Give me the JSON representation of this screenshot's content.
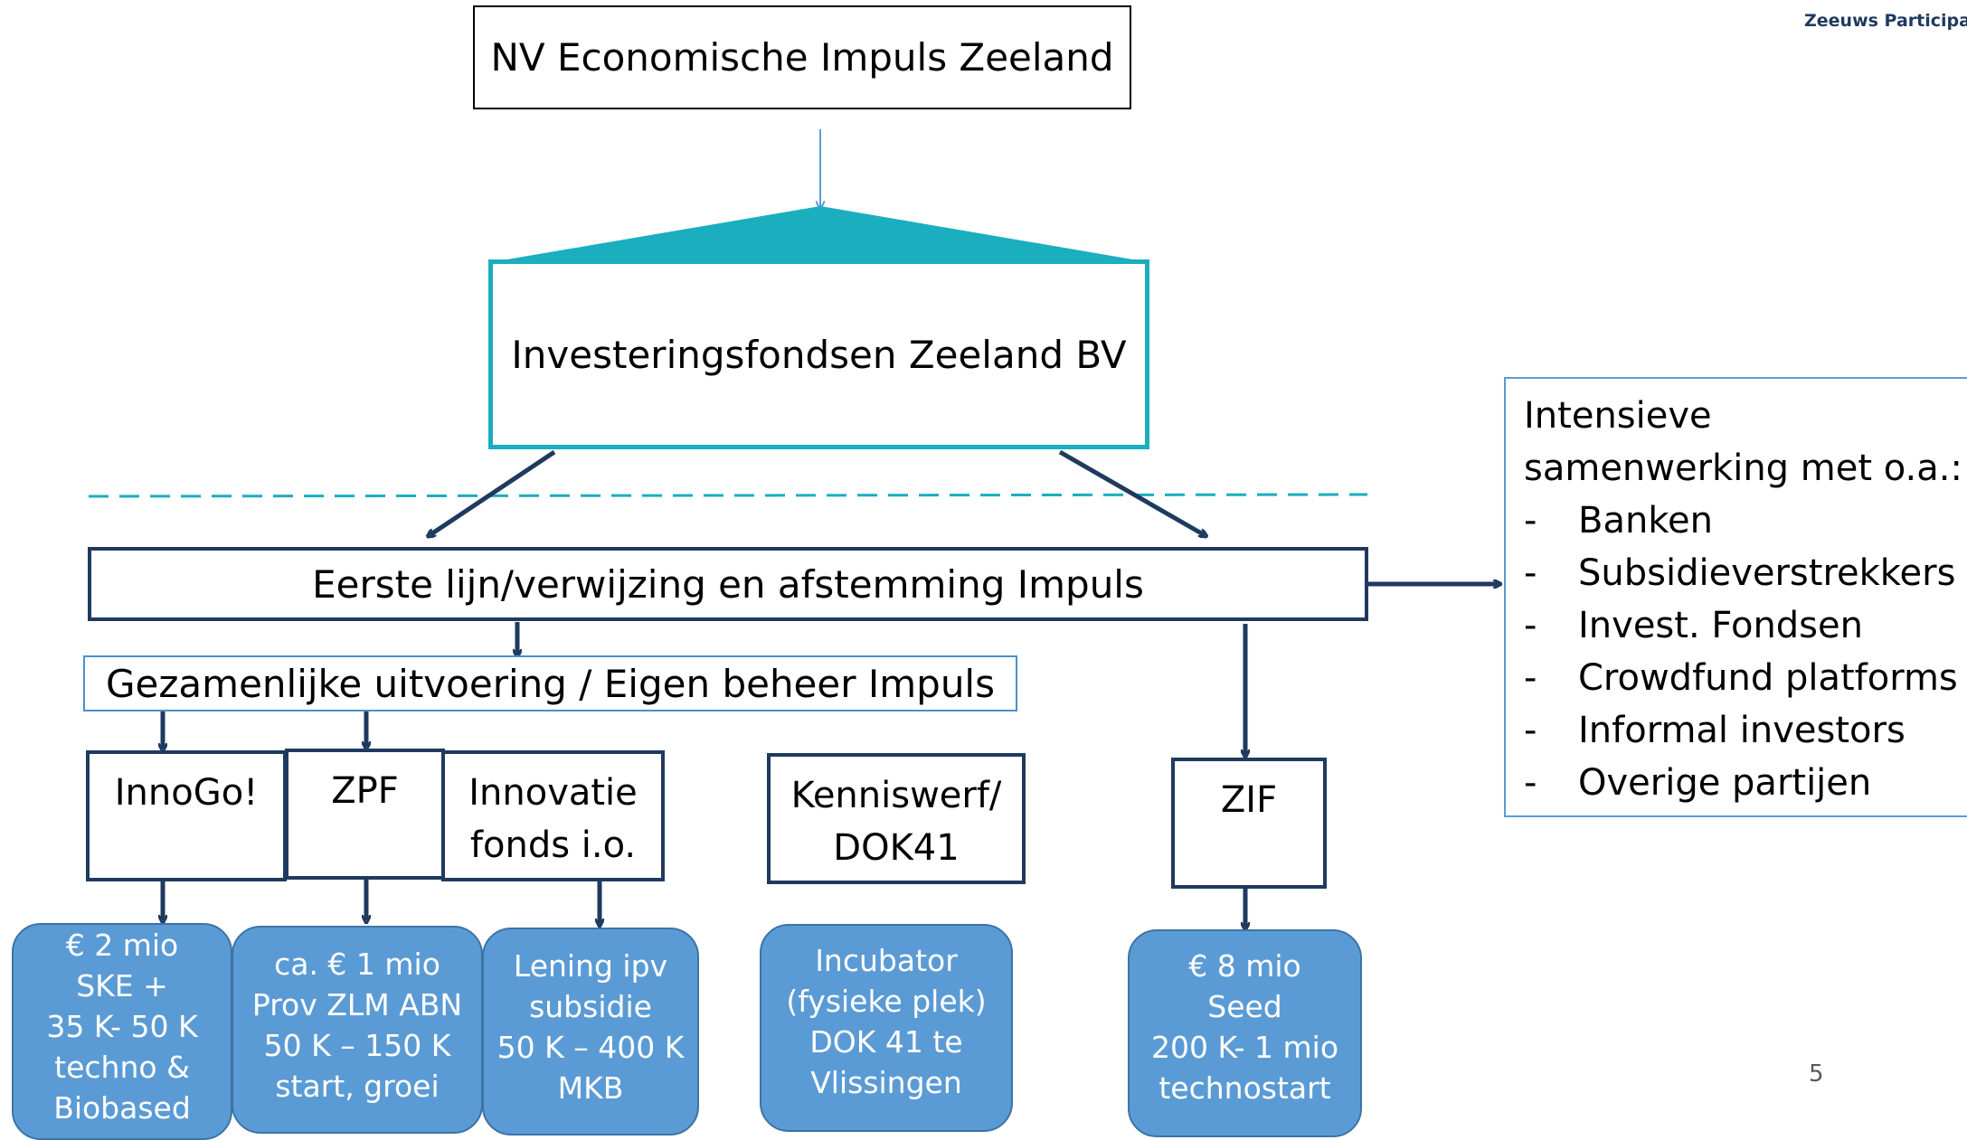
{
  "logo_text": "Zeeuws Participatief",
  "page_number": "5",
  "top_box": "NV Economische Impuls Zeeland",
  "fund_box": "Investeringsfondsen Zeeland BV",
  "first_line_box": "Eerste lijn/verwijzing en afstemming Impuls",
  "joint_box": "Gezamenlijke uitvoering / Eigen beheer Impuls",
  "units": {
    "innogo": "InnoGo!",
    "zpf": "ZPF",
    "innovatie": [
      "Innovatie",
      "fonds i.o."
    ],
    "kenniswerf": [
      "Kenniswerf/",
      "DOK41"
    ],
    "zif": "ZIF"
  },
  "pills": {
    "innogo": [
      "€ 2 mio",
      "SKE +",
      "35 K- 50 K",
      "techno &",
      "Biobased"
    ],
    "zpf": [
      "ca. € 1 mio",
      "Prov ZLM ABN",
      "50 K – 150 K",
      "start, groei"
    ],
    "innovatie": [
      "Lening ipv",
      "subsidie",
      "50 K – 400 K",
      "MKB"
    ],
    "kenniswerf": [
      "Incubator",
      "(fysieke plek)",
      "DOK 41 te",
      "Vlissingen"
    ],
    "zif": [
      "€ 8 mio",
      "Seed",
      "200 K- 1 mio",
      "technostart"
    ]
  },
  "side_panel": {
    "heading": [
      "Intensieve",
      "samenwerking met o.a.:"
    ],
    "bullet": "-",
    "items": [
      "Banken",
      "Subsidieverstrekkers",
      "Invest. Fondsen",
      "Crowdfund platforms",
      "Informal investors",
      "Overige partijen"
    ]
  },
  "colors": {
    "teal": "#1aaebf",
    "navy": "#1f3a5f",
    "pill": "#5b9bd5",
    "logo": "#1f3a5f"
  }
}
